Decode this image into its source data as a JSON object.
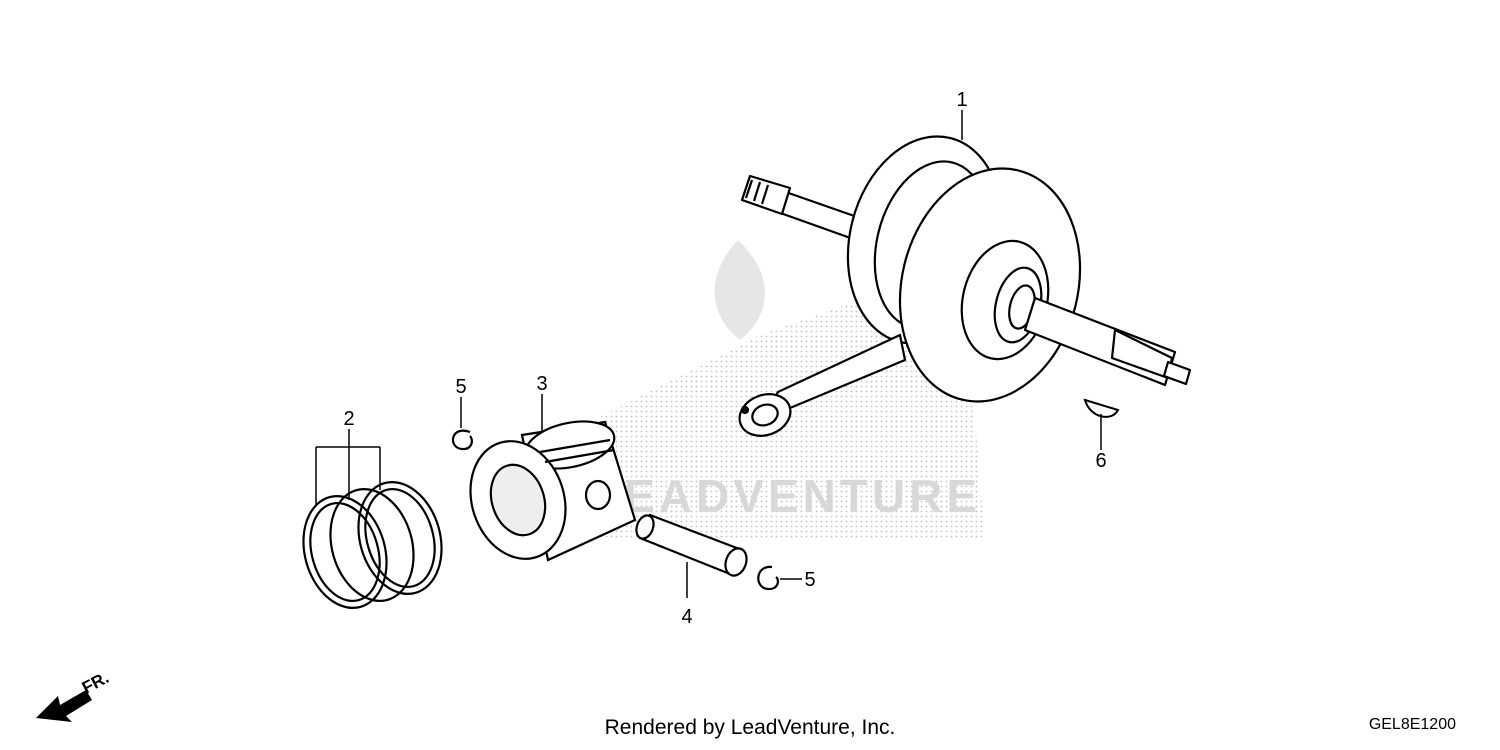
{
  "diagram": {
    "callouts": [
      {
        "id": "1",
        "label": "1"
      },
      {
        "id": "2",
        "label": "2"
      },
      {
        "id": "3",
        "label": "3"
      },
      {
        "id": "4",
        "label": "4"
      },
      {
        "id": "5a",
        "label": "5"
      },
      {
        "id": "5b",
        "label": "5"
      },
      {
        "id": "6",
        "label": "6"
      }
    ],
    "direction_label": "FR.",
    "watermark": "LEADVENTURE"
  },
  "footer": {
    "credit": "Rendered by LeadVenture, Inc.",
    "code": "GEL8E1200"
  }
}
